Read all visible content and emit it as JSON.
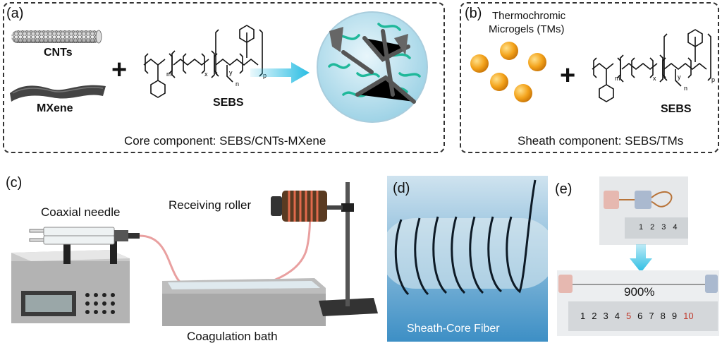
{
  "panel_a": {
    "label": "(a)",
    "cnts_label": "CNTs",
    "mxene_label": "MXene",
    "plus": "+",
    "sebs_label": "SEBS",
    "caption": "Core component: SEBS/CNTs-MXene",
    "sub_m": "m",
    "sub_x": "x",
    "sub_y": "y",
    "sub_n": "n",
    "sub_p": "p"
  },
  "panel_b": {
    "label": "(b)",
    "tms_label_line1": "Thermochromic",
    "tms_label_line2": "Microgels (TMs)",
    "plus": "+",
    "sebs_label": "SEBS",
    "caption": "Sheath component: SEBS/TMs",
    "sub_m": "m",
    "sub_x": "x",
    "sub_y": "y",
    "sub_n": "n",
    "sub_p": "p"
  },
  "panel_c": {
    "label": "(c)",
    "needle_label": "Coaxial needle",
    "roller_label": "Receiving roller",
    "bath_label": "Coagulation bath"
  },
  "panel_d": {
    "label": "(d)",
    "caption": "Sheath-Core Fiber"
  },
  "panel_e": {
    "label": "(e)",
    "strain_label": "900%",
    "ruler_top_ticks": [
      "1",
      "2",
      "3",
      "4"
    ],
    "ruler_bottom_ticks": [
      "1",
      "2",
      "3",
      "4",
      "5",
      "6",
      "7",
      "8",
      "9",
      "10"
    ]
  },
  "colors": {
    "arrow_cyan": "#29bde3",
    "microgel_orange": "#f3a21a",
    "polymer_teal": "#1fb89a",
    "fiber_pink": "#e9a0a0",
    "coil_copper": "#c0603a"
  }
}
